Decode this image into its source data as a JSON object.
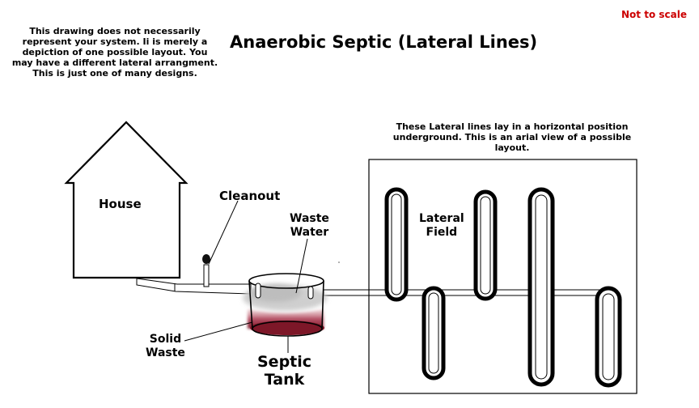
{
  "disclaimer": "This drawing does not necessarily represent your system. Ii is merely a depiction of one possible  layout. You may have a different lateral arrangment. This is just one of many designs.",
  "title": "Anaerobic Septic (Lateral Lines)",
  "scale_note": "Not to scale",
  "lateral_note": "These Lateral lines lay in a horizontal position underground. This is an arial view of a possible layout.",
  "labels": {
    "house": "House",
    "cleanout": "Cleanout",
    "waste_water_1": "Waste",
    "waste_water_2": "Water",
    "lateral_field_1": "Lateral",
    "lateral_field_2": "Field",
    "solid_waste_1": "Solid",
    "solid_waste_2": "Waste",
    "septic_tank_1": "Septic",
    "septic_tank_2": "Tank"
  },
  "colors": {
    "scale_note": "#cc0000",
    "solid_waste": "#8b1c2c",
    "waste_water": "#c8c8c8"
  }
}
